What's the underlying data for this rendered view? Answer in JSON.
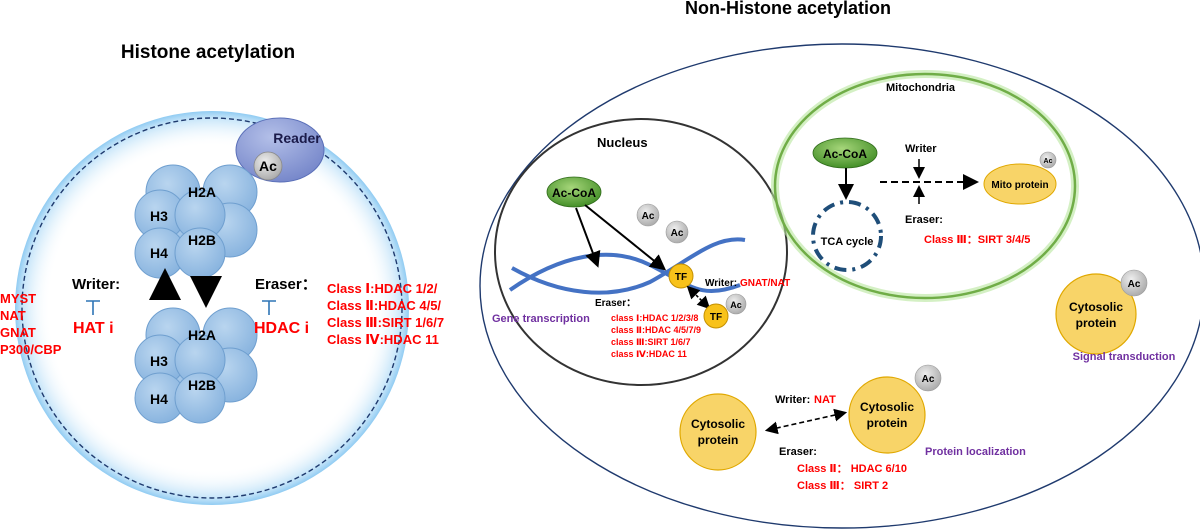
{
  "histone": {
    "title": "Histone acetylation",
    "reader": "Reader",
    "ac": "Ac",
    "top_octamer": [
      "H3",
      "H2A",
      "H4",
      "H2B"
    ],
    "bottom_octamer": [
      "H3",
      "H2A",
      "H4",
      "H2B"
    ],
    "writer_label": "Writer:",
    "writer_enzyme": "HAT i",
    "writer_list": [
      "MYST",
      "NAT",
      "GNAT",
      "P300/CBP"
    ],
    "eraser_label": "Eraser：",
    "eraser_enzyme": "HDAC i",
    "eraser_list": [
      "Class Ⅰ:HDAC 1/2/",
      "Class Ⅱ:HDAC 4/5/",
      "Class Ⅲ:SIRT 1/6/7",
      "Class Ⅳ:HDAC 11"
    ]
  },
  "nonhistone": {
    "title": "Non-Histone acetylation",
    "nucleus": {
      "label": "Nucleus",
      "acoa": "Ac-CoA",
      "ac": "Ac",
      "tf": "TF",
      "writer_label": "Writer:",
      "writer_value": "GNAT/NAT",
      "eraser_label": "Eraser：",
      "eraser_list": [
        "class Ⅰ:HDAC 1/2/3/8",
        "class Ⅱ:HDAC 4/5/7/9",
        "class Ⅲ:SIRT 1/6/7",
        "class Ⅳ:HDAC 11"
      ],
      "process": "Gene transcription"
    },
    "mito": {
      "label": "Mitochondria",
      "acoa": "Ac-CoA",
      "cycle": "TCA cycle",
      "writer_label": "Writer",
      "protein": "Mito protein",
      "ac": "Ac",
      "eraser_label": "Eraser:",
      "eraser_value": "Class Ⅲ：SIRT 3/4/5"
    },
    "signal": {
      "protein": [
        "Cytosolic",
        "protein"
      ],
      "ac": "Ac",
      "process": "Signal transduction"
    },
    "localization": {
      "protein_left": [
        "Cytosolic",
        "protein"
      ],
      "protein_right": [
        "Cytosolic",
        "protein"
      ],
      "ac": "Ac",
      "writer_label": "Writer:",
      "writer_value": "NAT",
      "eraser_label": "Eraser:",
      "eraser_list": [
        "Class Ⅱ： HDAC 6/10",
        "Class Ⅲ： SIRT 2"
      ],
      "process": "Protein localization"
    }
  },
  "colors": {
    "histone_blue": "#9cc2e5",
    "histone_border": "#6f9fcf",
    "reader": "#8f9fd6",
    "acoa_green": "#4d9a2e",
    "protein_yellow": "#f8d468",
    "red": "#ff0000",
    "purple": "#7030a0",
    "dna_blue": "#4472c4"
  }
}
